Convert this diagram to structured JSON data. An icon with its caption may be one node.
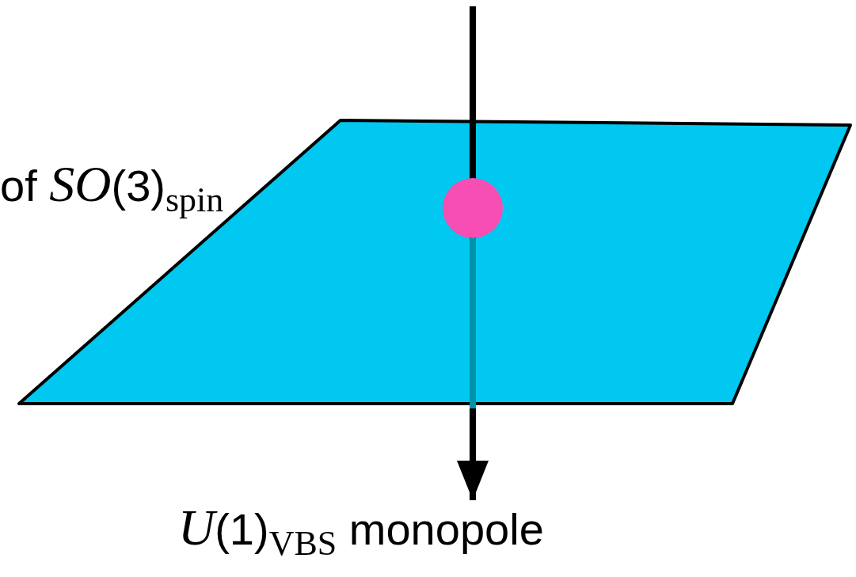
{
  "diagram": {
    "nodes": [
      {
        "text": [],
        "shape": "circle"
      },
      {
        "text": [
          "*U*(1)$_{VBS}$ monopole"
        ]
      }
    ],
    "edges": [
      {
        "from": null,
        "to": 1,
        "arrow": "to"
      }
    ],
    "labels": [
      "of *SO*(3)$_{spin}$"
    ]
  }
}
